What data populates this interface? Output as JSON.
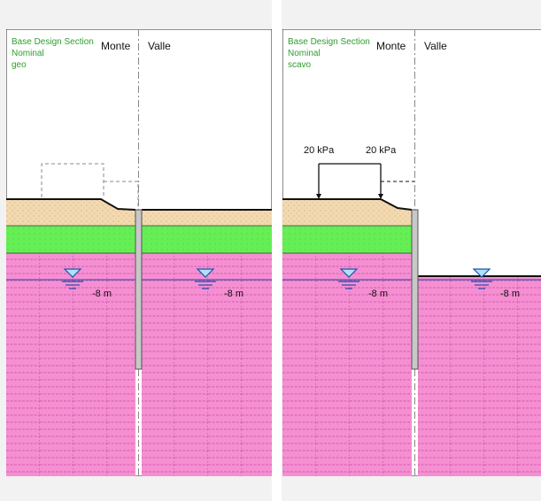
{
  "colors": {
    "sand": "#f3d9b0",
    "sand_dot": "#c9a476",
    "grass": "#66ee55",
    "clay": "#f58fd2",
    "clay_hatch": "#c84fa0",
    "water_fill": "#aee2f5",
    "water_line": "#1f4fb0",
    "wall_fill": "#c8c8c8",
    "header_text": "#2e9e2e"
  },
  "left_panel": {
    "header": [
      "Base Design Section",
      "Nominal",
      "geo"
    ],
    "side_left": "Monte",
    "side_right": "Valle",
    "water_left": "-8 m",
    "water_right": "-8 m"
  },
  "right_panel": {
    "header": [
      "Base Design Section",
      "Nominal",
      "scavo"
    ],
    "side_left": "Monte",
    "side_right": "Valle",
    "load_left": "20 kPa",
    "load_right": "20 kPa",
    "water_left": "-8 m",
    "water_right": "-8 m"
  },
  "icons": {
    "water_table_left": "water-table-icon",
    "water_table_right": "water-table-icon"
  }
}
